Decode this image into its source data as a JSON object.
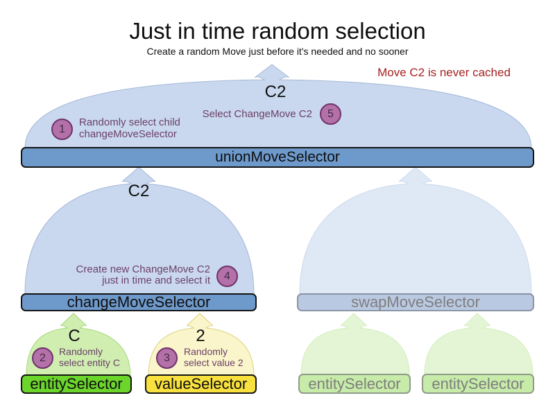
{
  "title": "Just in time random selection",
  "subtitle": "Create a random Move just before it's needed and no sooner",
  "annotation": "Move C2 is never cached",
  "selectors": {
    "union": "unionMoveSelector",
    "change": "changeMoveSelector",
    "swap": "swapMoveSelector",
    "entity": "entitySelector",
    "value": "valueSelector",
    "entity_faded_left": "entitySelector",
    "entity_faded_right": "entitySelector"
  },
  "move_labels": {
    "union_input": "C2",
    "change_output": "C2",
    "entity_output": "C",
    "value_output": "2"
  },
  "steps": [
    {
      "num": "1",
      "line1": "Randomly select child",
      "line2": "changeMoveSelector"
    },
    {
      "num": "2",
      "line1": "Randomly",
      "line2": "select entity C"
    },
    {
      "num": "3",
      "line1": "Randomly",
      "line2": "select value 2"
    },
    {
      "num": "4",
      "line1": "Create new ChangeMove C2",
      "line2": "just in time and select it"
    },
    {
      "num": "5",
      "line1": "Select ChangeMove C2"
    }
  ],
  "colors": {
    "selector_blue": "#6e99cb",
    "flow_blue": "#c9d8ee",
    "faded_blue": "#bac9e2",
    "selector_green": "#6bd52c",
    "flow_green": "#cfeeb0",
    "selector_yellow": "#f8e13e",
    "flow_yellow": "#faf5ca",
    "faded_green": "#c7eba8",
    "step_circle_purple": "#b471a9",
    "step_text_purple": "#6b4069",
    "annotation_red": "#a62121",
    "faded_text_gray": "#7e7e7e"
  }
}
